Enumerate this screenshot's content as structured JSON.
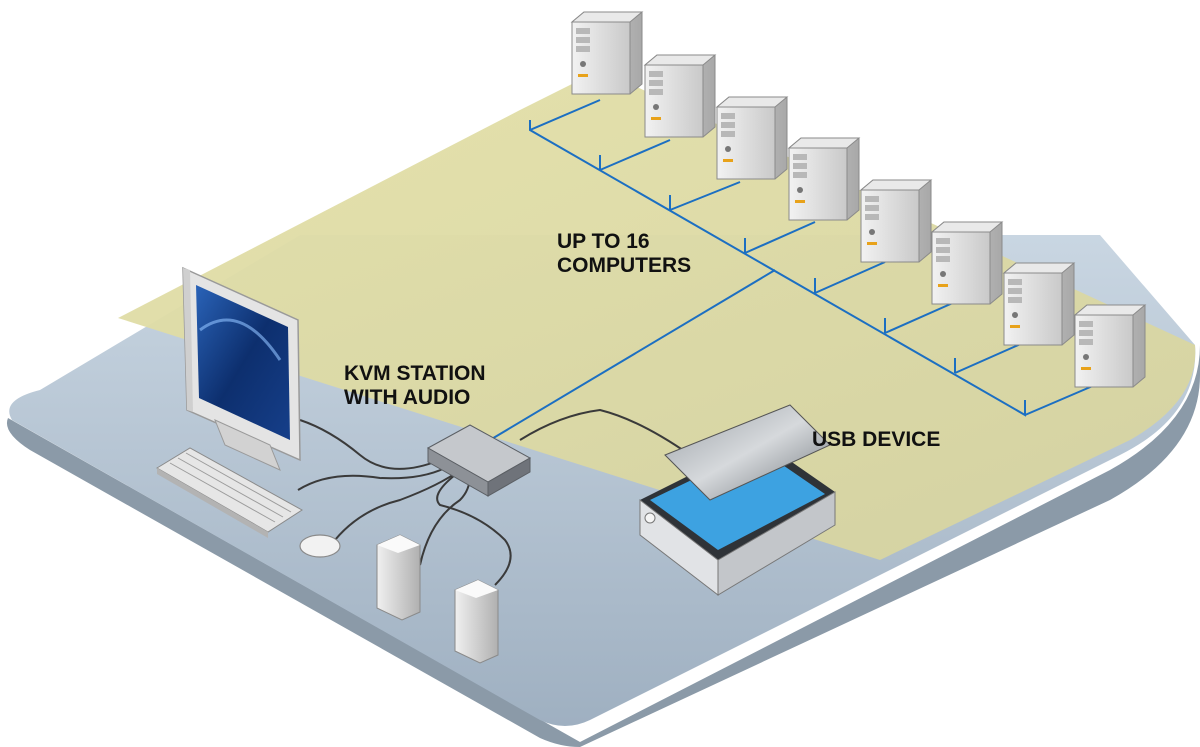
{
  "labels": {
    "computers": {
      "line1": "UP TO 16",
      "line2": "COMPUTERS"
    },
    "kvm": {
      "line1": "KVM STATION",
      "line2": "WITH AUDIO"
    },
    "usb": {
      "line1": "USB DEVICE"
    }
  },
  "computer_count_shown": 8,
  "colors": {
    "platform_top": "#b9c9d8",
    "platform_side": "#8b9aa8",
    "zone_highlight": "#e6e3b1",
    "network_line": "#1c6fc2",
    "cable": "#3a3a3a",
    "scanner_glow": "#3fb6ff"
  },
  "icons": [
    "server-tower-icon",
    "monitor-icon",
    "keyboard-icon",
    "mouse-icon",
    "speaker-icon",
    "kvm-switch-icon",
    "scanner-icon"
  ]
}
